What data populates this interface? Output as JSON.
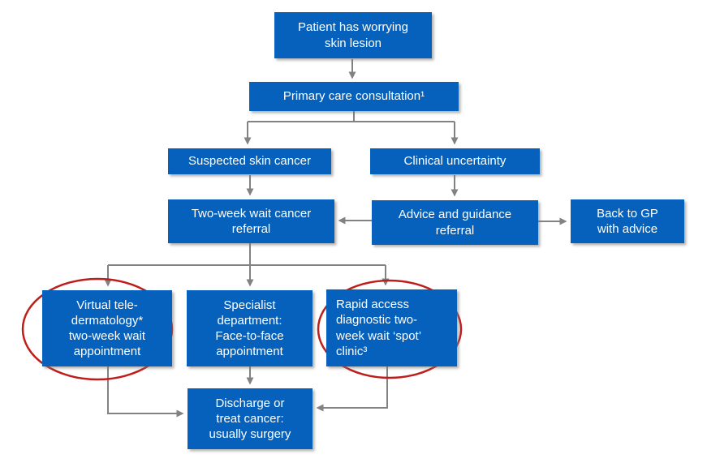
{
  "diagram": {
    "type": "flowchart",
    "colors": {
      "node_fill": "#0561bc",
      "node_text": "#ffffff",
      "connector": "#828282",
      "highlight_ellipse": "#be1e1a",
      "background": "#ffffff"
    },
    "nodes": {
      "patient": {
        "label": "Patient has worrying\nskin lesion"
      },
      "primary": {
        "label": "Primary care consultation¹"
      },
      "suspected": {
        "label": "Suspected skin cancer"
      },
      "clinical": {
        "label": "Clinical uncertainty"
      },
      "twoweek": {
        "label": "Two-week wait cancer\nreferral"
      },
      "advice": {
        "label": "Advice and guidance\nreferral"
      },
      "backgp": {
        "label": "Back to GP\nwith advice"
      },
      "virtual": {
        "label": "Virtual tele-\ndermatology*\ntwo-week wait\nappointment",
        "highlighted": true
      },
      "specialist": {
        "label": "Specialist\ndepartment:\nFace-to-face\nappointment"
      },
      "rapid": {
        "label": "Rapid access\ndiagnostic two-\nweek wait ‘spot’\nclinic³",
        "highlighted": true
      },
      "discharge": {
        "label": "Discharge or\ntreat cancer:\nusually surgery"
      }
    },
    "edges": [
      {
        "from": "patient",
        "to": "primary"
      },
      {
        "from": "primary",
        "to": "suspected"
      },
      {
        "from": "primary",
        "to": "clinical"
      },
      {
        "from": "suspected",
        "to": "twoweek"
      },
      {
        "from": "clinical",
        "to": "advice"
      },
      {
        "from": "advice",
        "to": "twoweek"
      },
      {
        "from": "advice",
        "to": "backgp"
      },
      {
        "from": "twoweek",
        "to": "virtual"
      },
      {
        "from": "twoweek",
        "to": "specialist"
      },
      {
        "from": "twoweek",
        "to": "rapid"
      },
      {
        "from": "virtual",
        "to": "discharge"
      },
      {
        "from": "specialist",
        "to": "discharge"
      },
      {
        "from": "rapid",
        "to": "discharge"
      }
    ]
  }
}
